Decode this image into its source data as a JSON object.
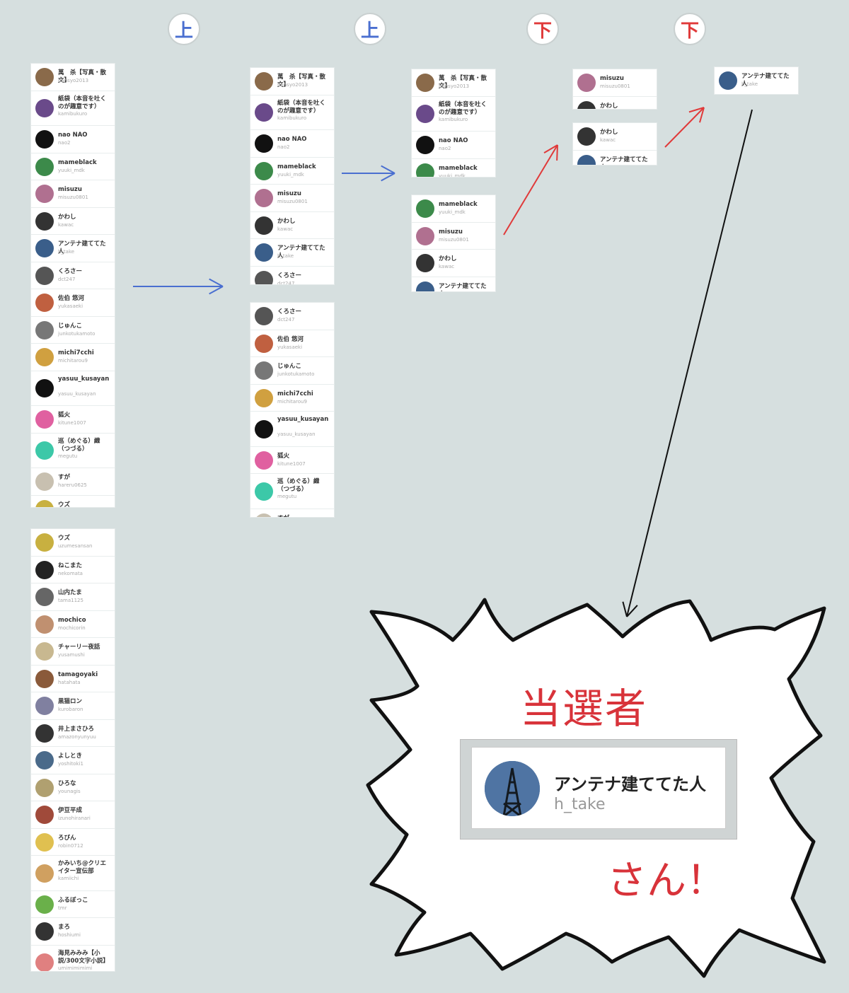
{
  "labels": {
    "up": "上",
    "down": "下",
    "winner": "当選者",
    "san": "さん！"
  },
  "colors": {
    "blue": "#4a6fd0",
    "red": "#e03a3a",
    "bg": "#d6dfdf"
  },
  "users": [
    {
      "name": "萬　杀【写真・散文】",
      "id": "bansyo2013",
      "av": "#8a6a4a"
    },
    {
      "name": "紙袋（本音を吐くのが趣意です）",
      "id": "kamibukuro",
      "av": "#6a4a8a"
    },
    {
      "name": "nao NAO",
      "id": "nao2",
      "av": "#111111"
    },
    {
      "name": "mameblack",
      "id": "yuuki_mdk",
      "av": "#3c8a4a"
    },
    {
      "name": "misuzu",
      "id": "misuzu0801",
      "av": "#b07090"
    },
    {
      "name": "かわし",
      "id": "kawac",
      "av": "#333333"
    },
    {
      "name": "アンテナ建ててた人",
      "id": "h_take",
      "av": "#3a5e8a"
    },
    {
      "name": "くろさー",
      "id": "dct247",
      "av": "#555555"
    },
    {
      "name": "佐伯 悠河",
      "id": "yukasaeki",
      "av": "#c06040"
    },
    {
      "name": "じゅんこ",
      "id": "junkotukamoto",
      "av": "#777777"
    },
    {
      "name": "michi7cchi",
      "id": "michitarou9",
      "av": "#d0a040"
    },
    {
      "name": "yasuu_kusayan",
      "id": "yasuu_kusayan",
      "av": "#111111"
    },
    {
      "name": "狐火",
      "id": "kitune1007",
      "av": "#e060a0"
    },
    {
      "name": "巡（めぐる）織（つづる）",
      "id": "megutu",
      "av": "#3cc8a8"
    },
    {
      "name": "すが",
      "id": "hareru0625",
      "av": "#c8c0b0"
    },
    {
      "name": "ウズ",
      "id": "uzumesansan",
      "av": "#c8b040"
    },
    {
      "name": "ねこまた",
      "id": "nekomata",
      "av": "#222222"
    },
    {
      "name": "山内たま",
      "id": "tama1125",
      "av": "#666666"
    },
    {
      "name": "mochico",
      "id": "mochicorin",
      "av": "#c09070"
    },
    {
      "name": "チャーリー夜話",
      "id": "yusamushi",
      "av": "#c8b890"
    },
    {
      "name": "tamagoyaki",
      "id": "hatahata",
      "av": "#8a5a3a"
    },
    {
      "name": "黒猫ロン",
      "id": "kurobaron",
      "av": "#8080a0"
    },
    {
      "name": "井上まさひろ",
      "id": "amazonyunyuu",
      "av": "#333333"
    },
    {
      "name": "よしとき",
      "id": "yoshitoki1",
      "av": "#4a6a8a"
    },
    {
      "name": "ひろな",
      "id": "younagis",
      "av": "#b0a070"
    },
    {
      "name": "伊豆平成",
      "id": "izunohiranari",
      "av": "#a04a3a"
    },
    {
      "name": "ろびん",
      "id": "robin0712",
      "av": "#e0c050"
    },
    {
      "name": "かみいち@クリエイター宣伝部",
      "id": "kamiichi",
      "av": "#d0a060"
    },
    {
      "name": "ふるぼっこ",
      "id": "tmr",
      "av": "#6ab04a"
    },
    {
      "name": "まろ",
      "id": "hoshiumi",
      "av": "#333333"
    },
    {
      "name": "海見みみみ【小説/300文字小説】",
      "id": "umimimimimi",
      "av": "#e08080"
    }
  ],
  "winner": {
    "name": "アンテナ建ててた人",
    "id": "h_take"
  }
}
